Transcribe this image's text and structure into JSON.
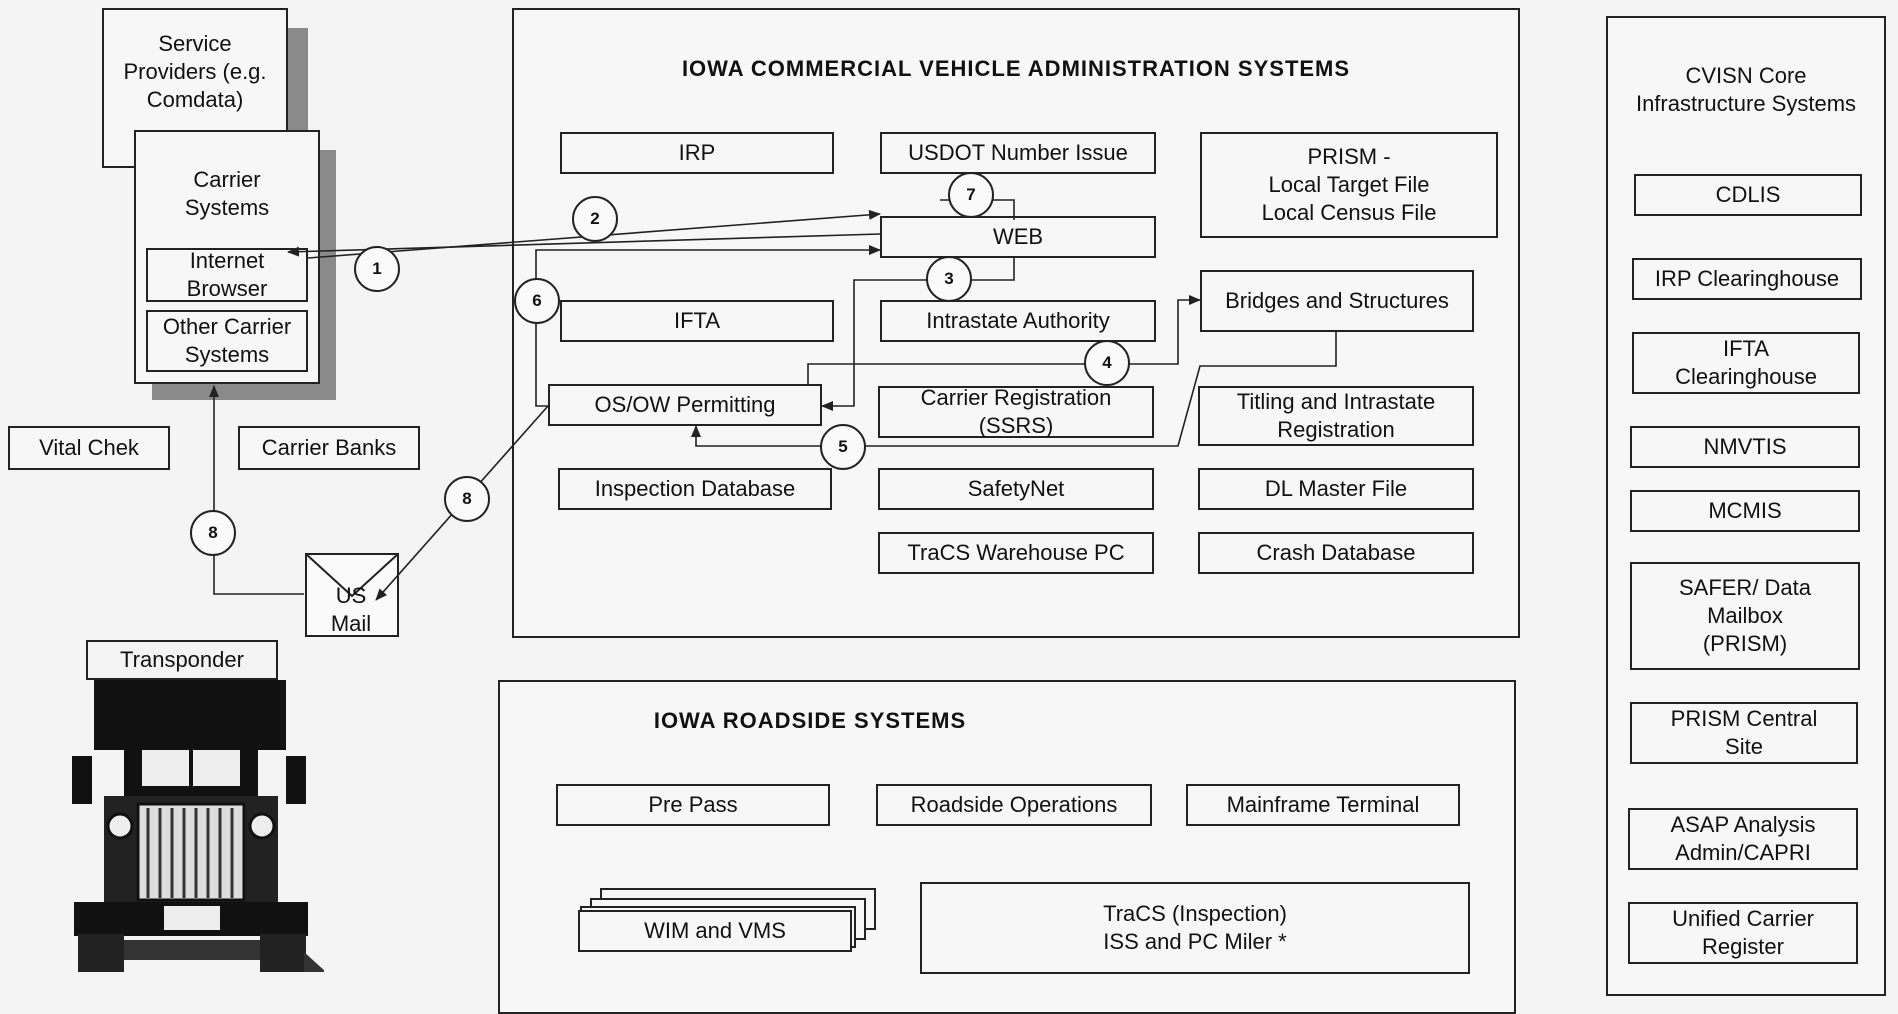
{
  "left": {
    "service_providers": "Service\nProviders (e.g.\nComdata)",
    "carrier_systems": "Carrier\nSystems",
    "internet_browser": "Internet\nBrowser",
    "other_carrier_systems": "Other Carrier\nSystems",
    "vital_chek": "Vital Chek",
    "carrier_banks": "Carrier Banks",
    "us_mail": "US\nMail",
    "transponder": "Transponder"
  },
  "admin": {
    "title": "IOWA COMMERCIAL VEHICLE ADMINISTRATION SYSTEMS",
    "irp": "IRP",
    "usdot": "USDOT Number Issue",
    "prism": "PRISM -\nLocal Target File\nLocal Census File",
    "web": "WEB",
    "ifta": "IFTA",
    "intrastate_authority": "Intrastate Authority",
    "bridges": "Bridges and Structures",
    "osow": "OS/OW Permitting",
    "carrier_registration": "Carrier Registration\n(SSRS)",
    "titling": "Titling and Intrastate\nRegistration",
    "inspection_db": "Inspection Database",
    "safetynet": "SafetyNet",
    "dl_master": "DL Master File",
    "tracs_warehouse": "TraCS Warehouse PC",
    "crash_db": "Crash Database"
  },
  "roadside": {
    "title": "IOWA ROADSIDE SYSTEMS",
    "prepass": "Pre Pass",
    "roadside_ops": "Roadside Operations",
    "mainframe": "Mainframe Terminal",
    "wim": "WIM and VMS",
    "tracs_inspection": "TraCS (Inspection)\nISS and PC Miler *"
  },
  "cvisn": {
    "title": "CVISN Core\nInfrastructure Systems",
    "cdlis": "CDLIS",
    "irp_ch": "IRP Clearinghouse",
    "ifta_ch": "IFTA\nClearinghouse",
    "nmvtis": "NMVTIS",
    "mcmis": "MCMIS",
    "safer": "SAFER/ Data\nMailbox\n(PRISM)",
    "prism_central": "PRISM Central\nSite",
    "asap": "ASAP Analysis\nAdmin/CAPRI",
    "ucr": "Unified Carrier\nRegister"
  },
  "flows": {
    "f1": "1",
    "f2": "2",
    "f3": "3",
    "f4": "4",
    "f5": "5",
    "f6": "6",
    "f7": "7",
    "f8a": "8",
    "f8b": "8"
  }
}
